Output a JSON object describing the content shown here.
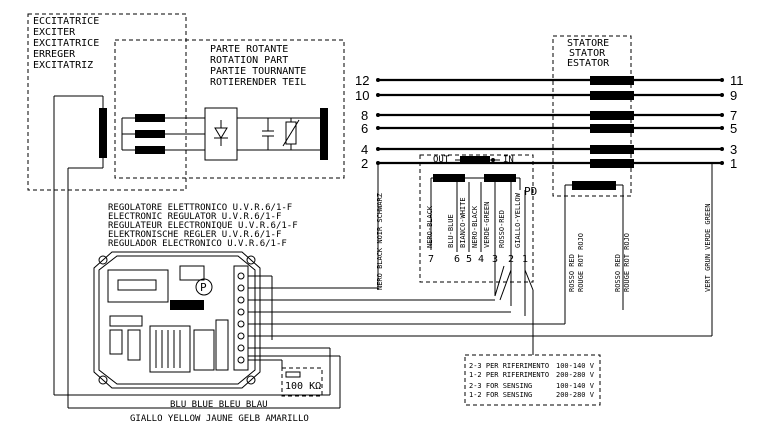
{
  "exciter": {
    "labels": [
      "ECCITATRICE",
      "EXCITER",
      "EXCITATRICE",
      "ERREGER",
      "EXCITATRIZ"
    ]
  },
  "rotor": {
    "labels": [
      "PARTE ROTANTE",
      "ROTATION PART",
      "PARTIE TOURNANTE",
      "ROTIERENDER TEIL"
    ]
  },
  "stator": {
    "labels": [
      "STATORE",
      "STATOR",
      "ESTATOR"
    ]
  },
  "terminals": {
    "left": [
      "12",
      "10",
      "8",
      "6",
      "4",
      "2"
    ],
    "right": [
      "11",
      "9",
      "7",
      "5",
      "3",
      "1"
    ]
  },
  "regulator": {
    "labels": [
      "REGOLATORE ELETTRONICO U.V.R.6/1-F",
      "ELECTRONIC REGULATOR U.V.R.6/1-F",
      "REGULATEUR ELECTRONIQUE U.V.R.6/1-F",
      "ELEKTRONISCHE REGLER U.V.R.6/1-F",
      "REGULADOR ELECTRONICO U.V.R.6/1-F"
    ],
    "pot_label": "P",
    "resistor_label": "100 KΩ"
  },
  "wires": {
    "black_vertical": "NERO BLACK NOIR SCHWARZ",
    "red_left": [
      "ROSSO RED",
      "ROUGE ROT ROJO"
    ],
    "red_right": [
      "ROSSO RED",
      "ROUGE ROT ROJO"
    ],
    "green_vertical": "VERT GRUN VERDE GREEN",
    "blue_bottom": "BLU BLUE BLEU BLAU",
    "yellow_bottom": "GIALLO YELLOW JAUNE GELB AMARILLO"
  },
  "connector": {
    "out_label": "OUT",
    "in_label": "IN",
    "pd_label": "PD",
    "wire_labels": [
      "NERO-BLACK",
      "BLU-BLUE",
      "BIANCO-WHITE",
      "NERO-BLACK",
      "VERDE-GREEN",
      "ROSSO-RED",
      "GIALLO-YELLOW"
    ],
    "pin_numbers": [
      "7",
      "6",
      "5",
      "4",
      "3",
      "2",
      "1"
    ]
  },
  "sensing_table": {
    "rows": [
      {
        "label": "2-3 PER RIFERIMENTO",
        "value": "100-140 V"
      },
      {
        "label": "1-2 PER RIFERIMENTO",
        "value": "200-280 V"
      },
      {
        "label": "2-3 FOR SENSING",
        "value": "100-140 V"
      },
      {
        "label": "1-2 FOR SENSING",
        "value": "200-280 V"
      }
    ]
  }
}
